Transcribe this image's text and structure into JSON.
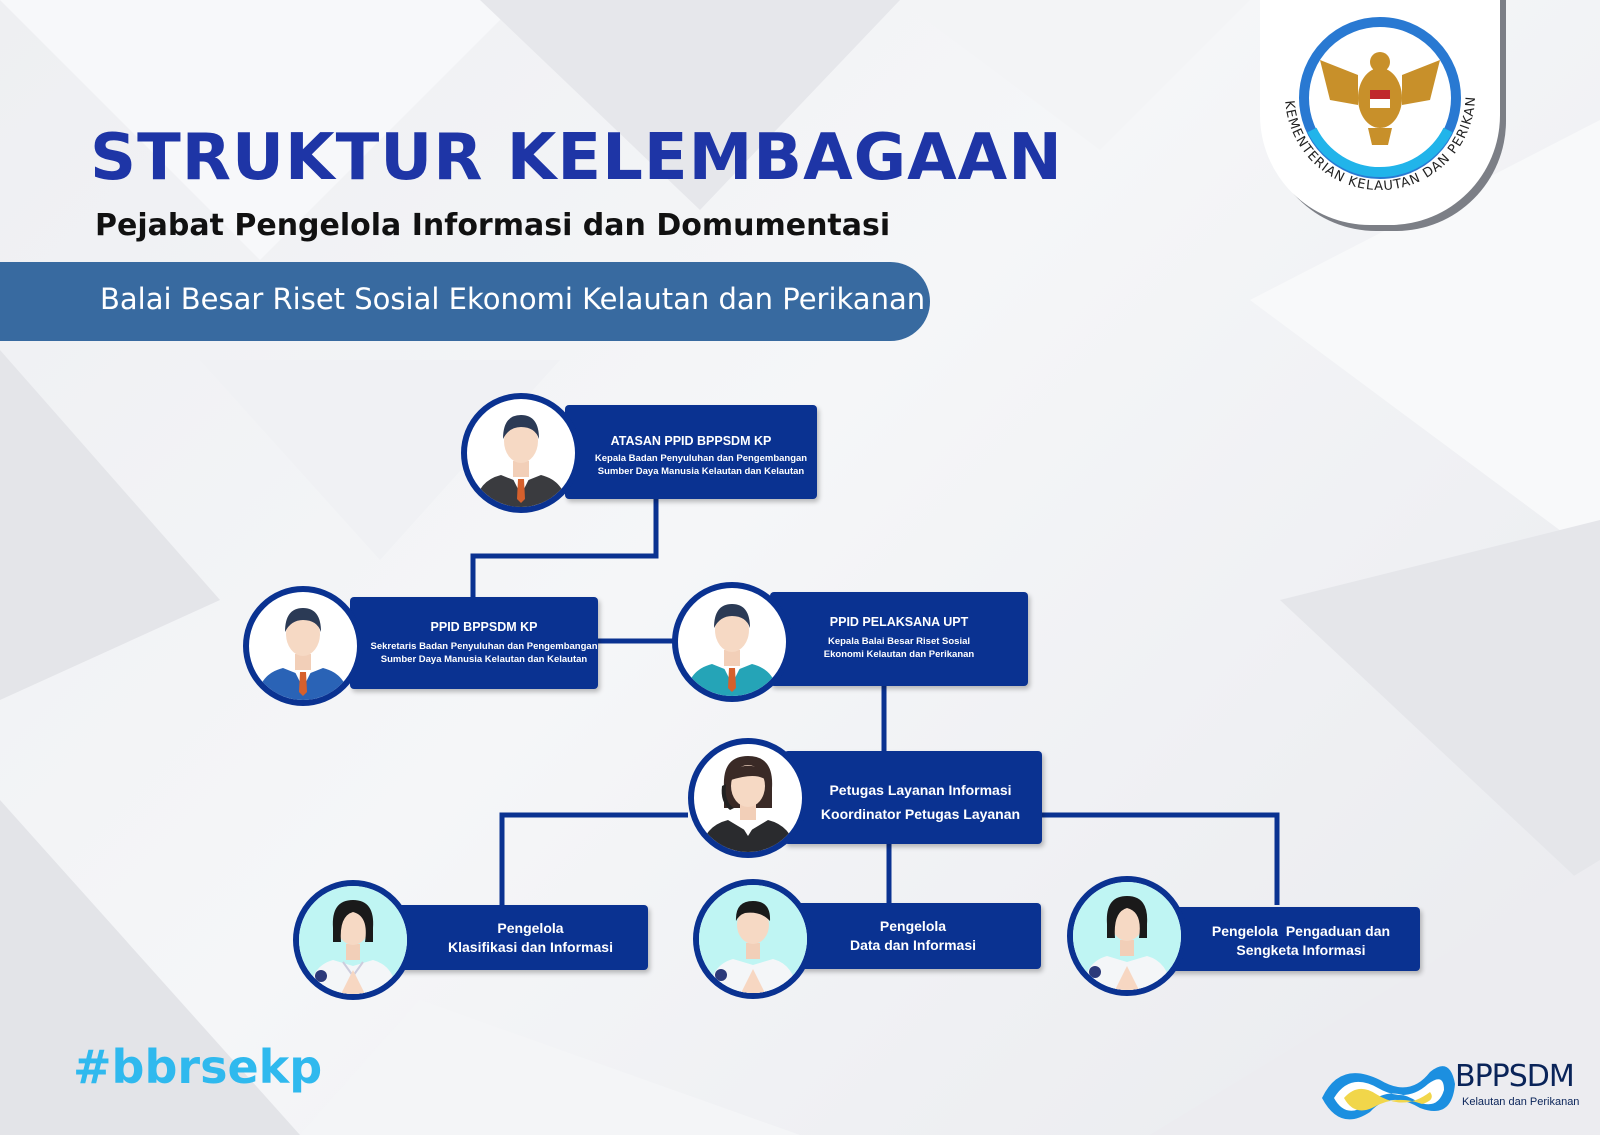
{
  "header": {
    "title": "STRUKTUR KELEMBAGAAN",
    "subtitle": "Pejabat Pengelola Informasi dan Domumentasi",
    "banner": "Balai Besar Riset Sosial Ekonomi Kelautan dan Perikanan"
  },
  "logo_ministry": {
    "text": "KEMENTERIAN KELAUTAN DAN PERIKANAN",
    "icon": "garuda-emblem"
  },
  "org": {
    "atasan": {
      "title": "ATASAN PPID BPPSDM KP",
      "desc1": "Kepala Badan Penyuluhan dan Pengembangan",
      "desc2": "Sumber Daya Manusia Kelautan dan Kelautan"
    },
    "ppid": {
      "title": "PPID BPPSDM KP",
      "desc1": "Sekretaris Badan Penyuluhan dan Pengembangan",
      "desc2": "Sumber Daya Manusia Kelautan dan Kelautan"
    },
    "pelaksana": {
      "title": "PPID PELAKSANA UPT",
      "desc1": "Kepala Balai Besar Riset Sosial",
      "desc2": "Ekonomi Kelautan dan Perikanan"
    },
    "petugas": {
      "line1": "Petugas Layanan Informasi",
      "line2": "Koordinator Petugas Layanan"
    },
    "klasifikasi": {
      "line1": "Pengelola",
      "line2": "Klasifikasi dan Informasi"
    },
    "data": {
      "line1": "Pengelola",
      "line2": "Data dan Informasi"
    },
    "pengaduan": {
      "line1": "Pengelola  Pengaduan dan",
      "line2": "Sengketa Informasi"
    }
  },
  "footer": {
    "hashtag": "#bbrsekp",
    "brand": "BPPSDM",
    "brand_sub": "Kelautan dan Perikanan"
  },
  "colors": {
    "primary": "#0a3291",
    "title": "#1e35a6",
    "banner": "#386aa0",
    "hashtag": "#2fb9ee"
  }
}
